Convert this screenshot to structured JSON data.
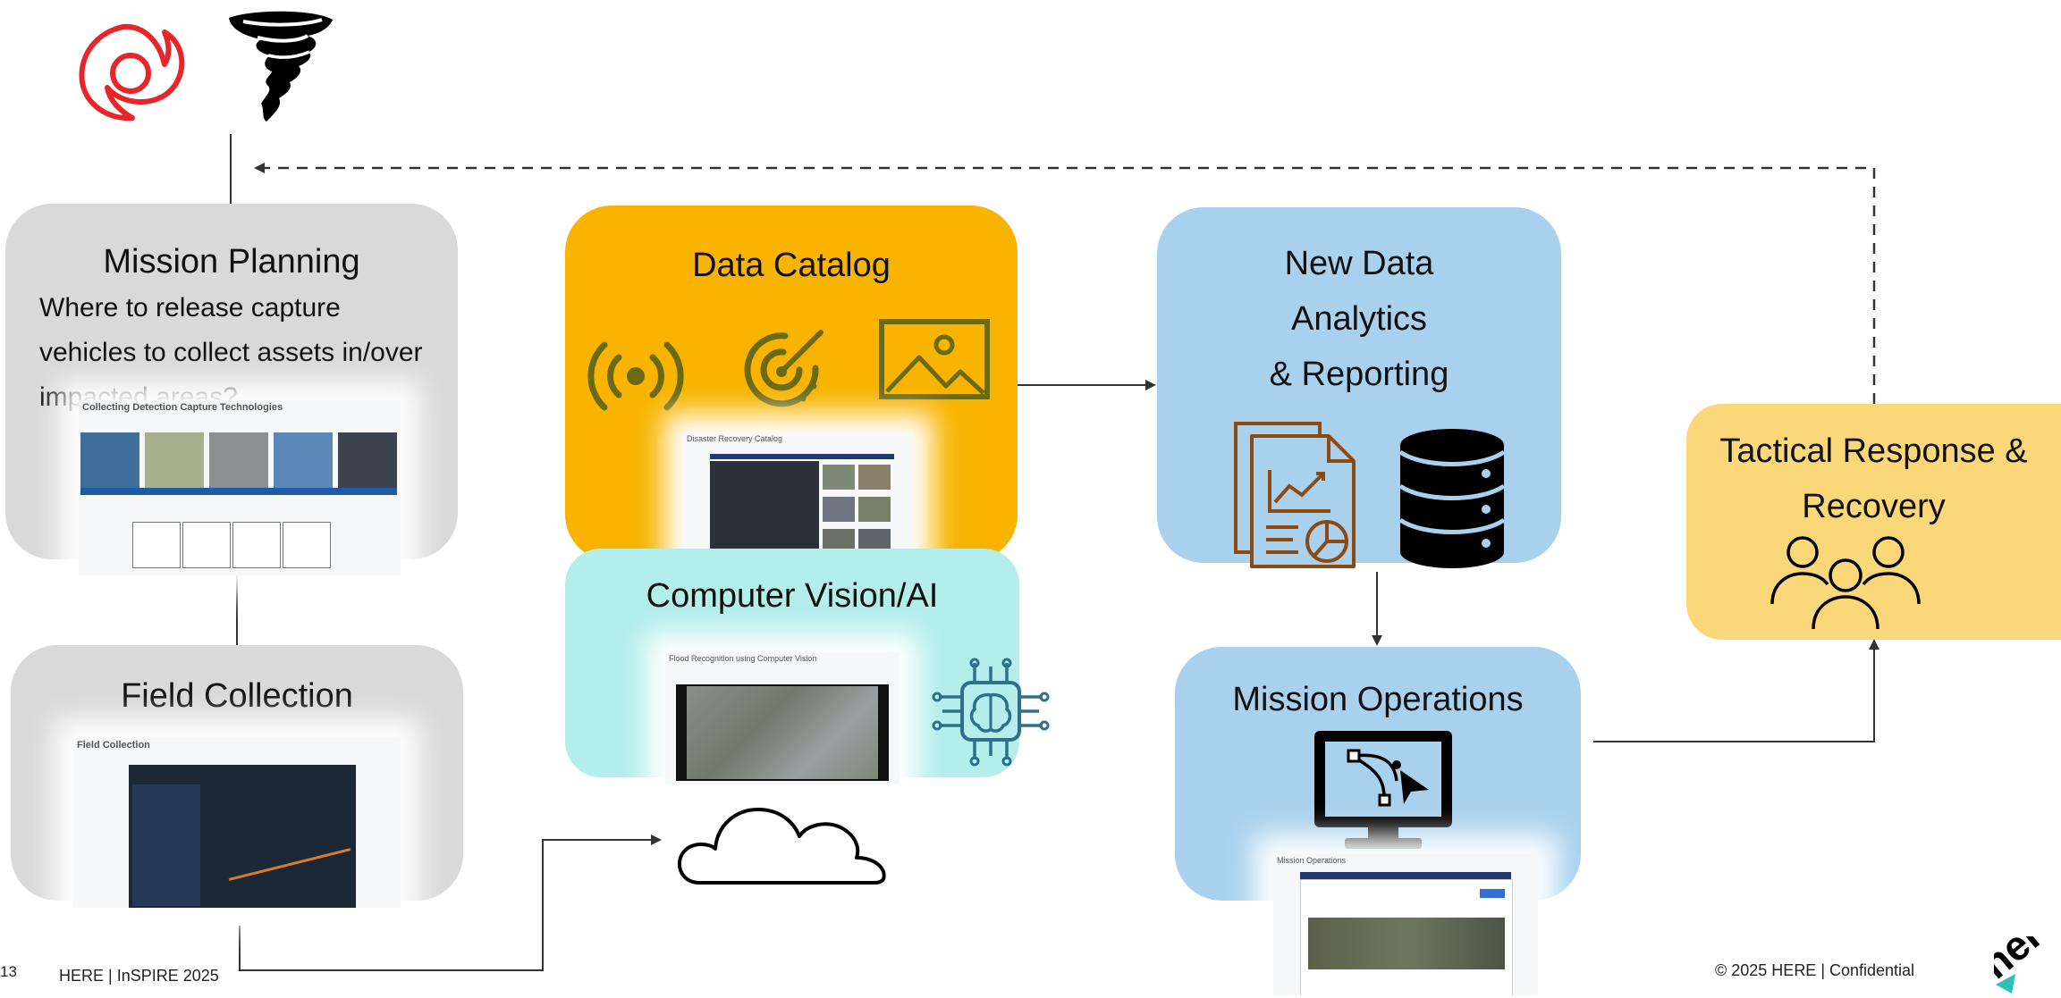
{
  "slide": {
    "number": "13",
    "footer_left": "HERE | InSPIRE 2025",
    "footer_right": "© 2025 HERE | Confidential",
    "logo_text": "here"
  },
  "nodes": {
    "mission_planning": {
      "title": "Mission Planning",
      "lines": [
        "Where to release capture",
        "vehicles to collect assets in/over",
        "impacted areas?"
      ],
      "screenshot_caption": "Collecting Detection Capture Technologies"
    },
    "field_collection": {
      "title": "Field Collection",
      "screenshot_caption": "Field Collection"
    },
    "data_catalog": {
      "title": "Data Catalog",
      "screenshot_caption": "Disaster Recovery Catalog"
    },
    "computer_vision": {
      "title": "Computer Vision/AI",
      "screenshot_caption": "Flood Recognition using Computer Vision"
    },
    "new_data_analytics": {
      "lines": [
        "New Data",
        "Analytics",
        "& Reporting"
      ]
    },
    "mission_operations": {
      "title": "Mission Operations",
      "screenshot_caption": "Mission Operations"
    },
    "tactical_response": {
      "lines": [
        "Tactical Response &",
        "Recovery"
      ]
    }
  },
  "icons": {
    "hazards": [
      "hurricane-icon",
      "tornado-icon"
    ],
    "data_catalog": [
      "broadcast-icon",
      "radar-icon",
      "image-icon"
    ],
    "analytics": [
      "report-icon",
      "database-icon"
    ],
    "computer_vision": [
      "ai-chip-icon",
      "cloud-icon"
    ],
    "mission_operations": [
      "monitor-path-icon"
    ],
    "tactical_response": [
      "people-group-icon"
    ]
  },
  "colors": {
    "gray": "#d9d9d9",
    "orange": "#f8b400",
    "cyan": "#b3eeeb",
    "blue": "#a9d1ee",
    "yellow": "#fad87a",
    "hurricane_red": "#e8262a",
    "olive": "#6a6a14",
    "brown": "#8c4a12",
    "teal": "#2f6f8e",
    "here_teal": "#2bc2b5"
  }
}
